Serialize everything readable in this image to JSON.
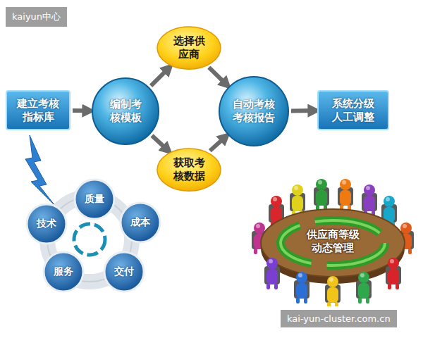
{
  "diagram": {
    "nodes": [
      {
        "text": [
          "建立考核指标库"
        ]
      },
      {
        "text": [
          "编制考核模板"
        ]
      },
      {
        "text": [
          "选择供应商"
        ]
      },
      {
        "text": [
          "获取考核数据"
        ]
      },
      {
        "text": [
          "自动考核考核报告"
        ]
      },
      {
        "text": [
          "系统分级人工调整"
        ]
      },
      {
        "text": [
          "质量"
        ]
      },
      {
        "text": [
          "成本"
        ]
      },
      {
        "text": [
          "交付"
        ]
      },
      {
        "text": [
          "服务"
        ]
      },
      {
        "text": [
          "技术"
        ]
      },
      {
        "text": [
          "供应商等级动态管理"
        ]
      }
    ],
    "edges": [
      {
        "from": 0,
        "to": 1,
        "arrow": "to"
      },
      {
        "from": 1,
        "to": 2,
        "arrow": "to"
      },
      {
        "from": 1,
        "to": 3,
        "arrow": "to"
      },
      {
        "from": 2,
        "to": 4,
        "arrow": "to"
      },
      {
        "from": 3,
        "to": 4,
        "arrow": "to"
      },
      {
        "from": 4,
        "to": 5,
        "arrow": "to"
      }
    ],
    "labels": [
      "kaiyun中心",
      "kai-yun-cluster.com.cn"
    ]
  }
}
